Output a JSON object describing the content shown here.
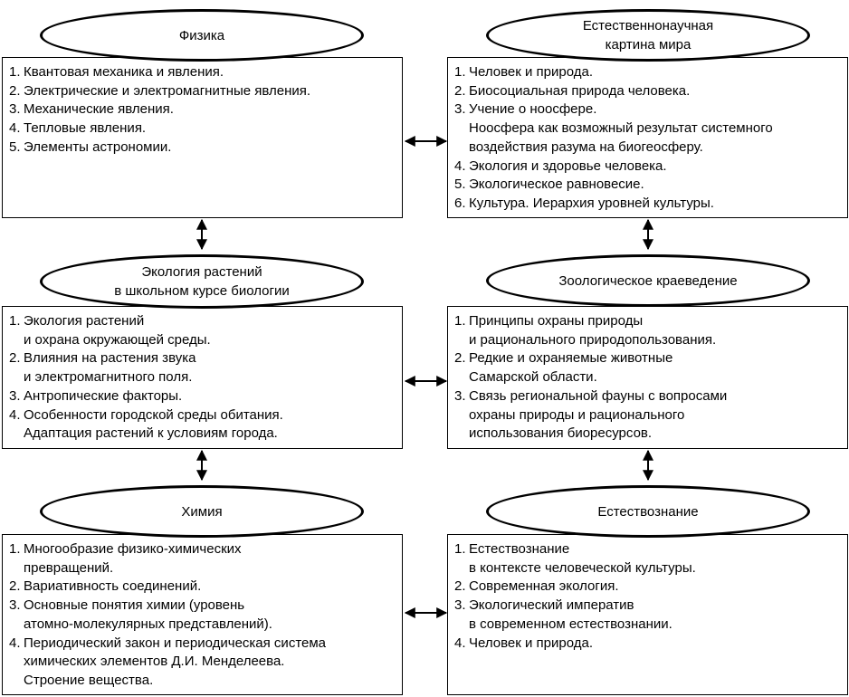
{
  "blocks": {
    "physics": {
      "title": "Физика",
      "items": [
        "Квантовая механика и явления.",
        "Электрические и электромагнитные явления.",
        "Механические явления.",
        "Тепловые явления.",
        "Элементы астрономии."
      ]
    },
    "worldview": {
      "title": "Естественнонаучная\nкартина мира",
      "items": [
        "Человек и природа.",
        "Биосоциальная природа человека.",
        "Учение о ноосфере.\nНоосфера как возможный результат системного\nвоздействия разума на биогеосферу.",
        "Экология и здоровье человека.",
        "Экологическое равновесие.",
        "Культура. Иерархия уровней культуры."
      ]
    },
    "plant_ecology": {
      "title": "Экология растений\nв школьном курсе биологии",
      "items": [
        "Экология растений\nи охрана окружающей среды.",
        "Влияния на растения звука\nи электромагнитного поля.",
        "Антропические факторы.",
        "Особенности городской среды обитания.\nАдаптация растений к условиям города."
      ]
    },
    "zoology": {
      "title": "Зоологическое краеведение",
      "items": [
        "Принципы охраны природы\nи рационального природопользования.",
        "Редкие и охраняемые животные\nСамарской области.",
        "Связь региональной фауны с вопросами\nохраны природы и рационального\nиспользования биоресурсов."
      ]
    },
    "chemistry": {
      "title": "Химия",
      "items": [
        "Многообразие физико-химических\nпревращений.",
        "Вариативность соединений.",
        "Основные понятия химии (уровень\nатомно-молекулярных представлений).",
        "Периодический закон и периодическая система\nхимических элементов Д.И. Менделеева.\nСтроение вещества."
      ]
    },
    "natural_science": {
      "title": "Естествознание",
      "items": [
        "Естествознание\nв контексте человеческой культуры.",
        "Современная экология.",
        "Экологический императив\nв современном естествознании.",
        "Человек и природа."
      ]
    }
  }
}
